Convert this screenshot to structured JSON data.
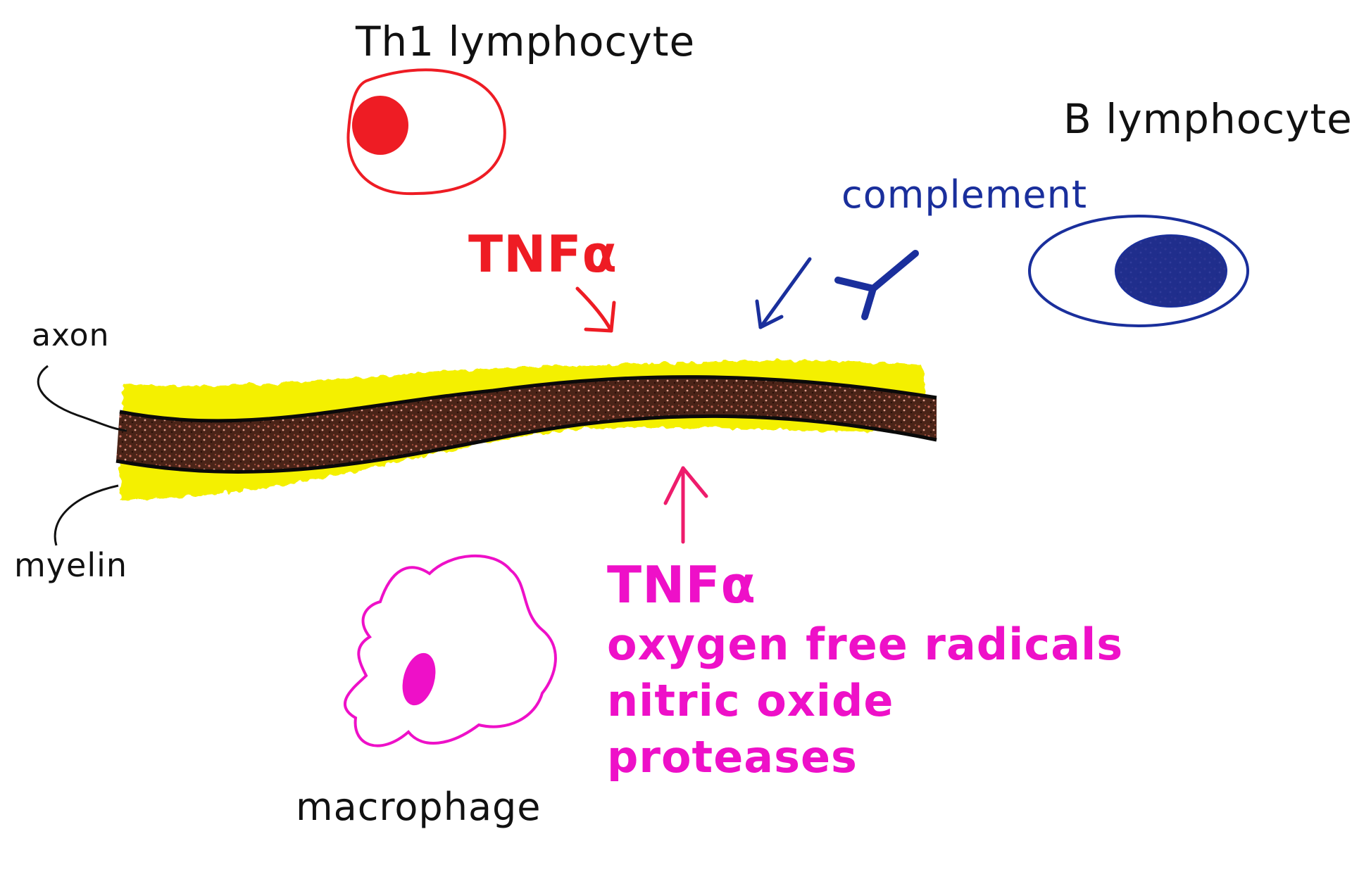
{
  "labels": {
    "th1": "Th1 lymphocyte",
    "b_cell": "B lymphocyte",
    "complement": "complement",
    "tnf_top": "TNFα",
    "axon": "axon",
    "myelin": "myelin",
    "macrophage": "macrophage"
  },
  "mediators": [
    "TNFα",
    "oxygen free radicals",
    "nitric oxide",
    "proteases"
  ],
  "colors": {
    "th1_red": "#ee1c24",
    "b_cell_blue": "#1a2f9c",
    "macrophage_magenta": "#ee10c8",
    "myelin_yellow": "#f4f000",
    "axon_brown": "#5a2a1e",
    "text_black": "#111111"
  }
}
